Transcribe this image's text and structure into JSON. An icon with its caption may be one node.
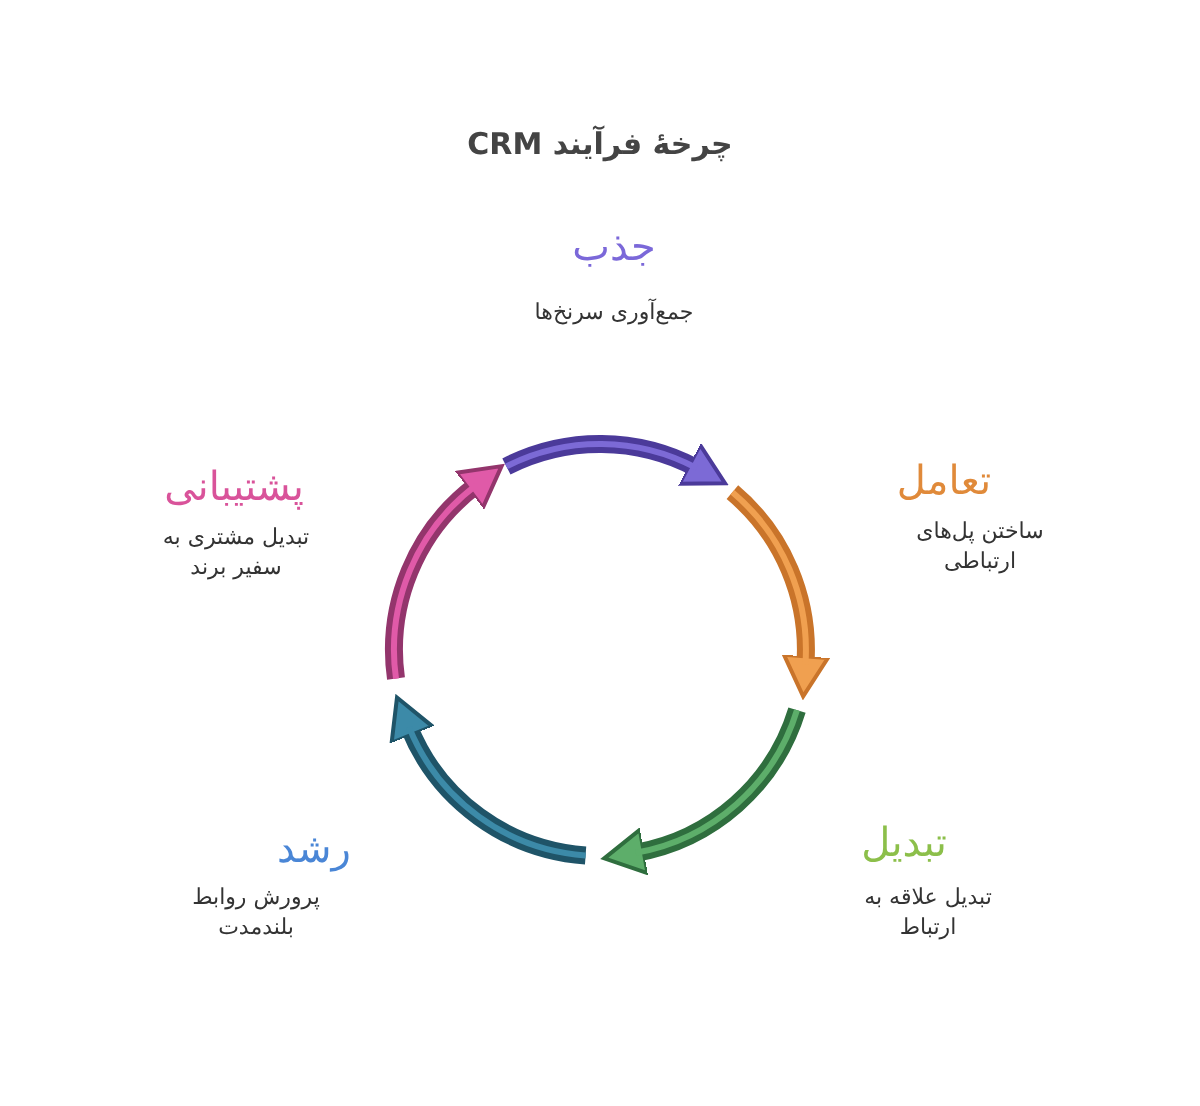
{
  "diagram": {
    "title": "چرخهٔ فرآیند CRM",
    "nodes": [
      {
        "text": [
          "جذب",
          "جمع‌آوری سرنخ‌ها"
        ]
      },
      {
        "text": [
          "تعامل",
          "ساختن پل‌های ارتباطی"
        ]
      },
      {
        "text": [
          "تبدیل",
          "تبدیل علاقه به ارتباط"
        ]
      },
      {
        "text": [
          "رشد",
          "پرورش روابط بلندمدت"
        ]
      },
      {
        "text": [
          "پشتیبانی",
          "تبدیل مشتری به سفیر برند"
        ]
      }
    ]
  }
}
